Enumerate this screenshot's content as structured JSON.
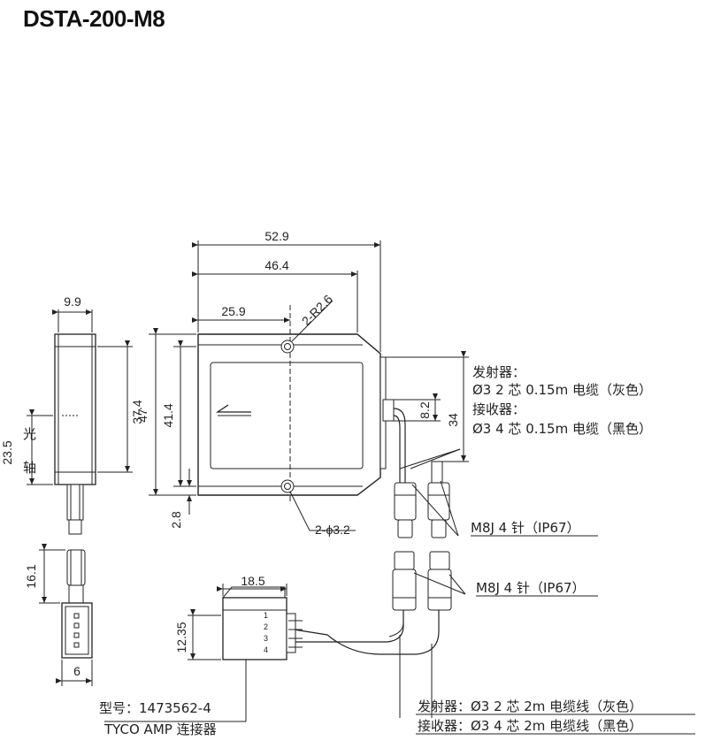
{
  "title": "DSTA-200-M8",
  "dims": {
    "d_52_9": "52.9",
    "d_46_4": "46.4",
    "d_25_9": "25.9",
    "d_r2_6": "2-R2.6",
    "d_9_9": "9.9",
    "d_37_4": "37.4",
    "d_47": "47",
    "d_41_4": "41.4",
    "d_23_5": "23.5",
    "d_2_8": "2.8",
    "d_8_2": "8.2",
    "d_34": "34",
    "d_hole": "2-ϕ3.2",
    "d_16_1": "16.1",
    "d_6": "6",
    "d_18_5": "18.5",
    "d_12_35": "12.35"
  },
  "optical_axis": [
    "光",
    "轴"
  ],
  "pins": [
    "1",
    "2",
    "3",
    "4"
  ],
  "labels": {
    "emitter_short": "发射器：",
    "emitter_short_cable": "Ø3 2 芯 0.15m 电缆（灰色）",
    "receiver_short": "接收器：",
    "receiver_short_cable": "Ø3 4 芯 0.15m 电缆（黑色）",
    "m8j_1": "M8J 4 针（IP67）",
    "m8j_2": "M8J 4 针（IP67）",
    "model": "型号：1473562-4",
    "tyco": "TYCO AMP 连接器",
    "emitter_long": "发射器：Ø3 2 芯 2m 电缆线（灰色）",
    "receiver_long": "接收器：Ø3 4 芯 2m 电缆线（黑色）"
  }
}
